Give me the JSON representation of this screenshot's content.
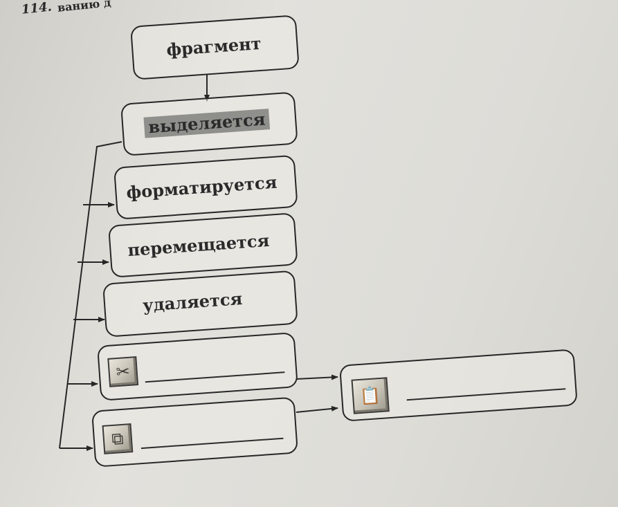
{
  "header": {
    "task_number": "114.",
    "partial_text": "ванию д"
  },
  "diagram": {
    "nodes": [
      {
        "id": "fragment",
        "label": "фрагмент"
      },
      {
        "id": "selected",
        "label": "выделяется"
      },
      {
        "id": "formatted",
        "label": "форматируется"
      },
      {
        "id": "moved",
        "label": "перемещается"
      },
      {
        "id": "deleted",
        "label": "удаляется"
      },
      {
        "id": "cut",
        "icon": "scissors-icon",
        "icon_glyph": "✂",
        "answer": ""
      },
      {
        "id": "copy",
        "icon": "copy-icon",
        "icon_glyph": "⧉",
        "answer": ""
      },
      {
        "id": "paste",
        "icon": "clipboard-paste-icon",
        "icon_glyph": "📋",
        "answer": ""
      }
    ],
    "edges": [
      {
        "from": "fragment",
        "to": "selected"
      },
      {
        "from": "selected",
        "to": "formatted"
      },
      {
        "from": "selected",
        "to": "moved"
      },
      {
        "from": "selected",
        "to": "deleted"
      },
      {
        "from": "selected",
        "to": "cut"
      },
      {
        "from": "selected",
        "to": "copy"
      },
      {
        "from": "cut",
        "to": "paste"
      },
      {
        "from": "copy",
        "to": "paste"
      }
    ]
  }
}
